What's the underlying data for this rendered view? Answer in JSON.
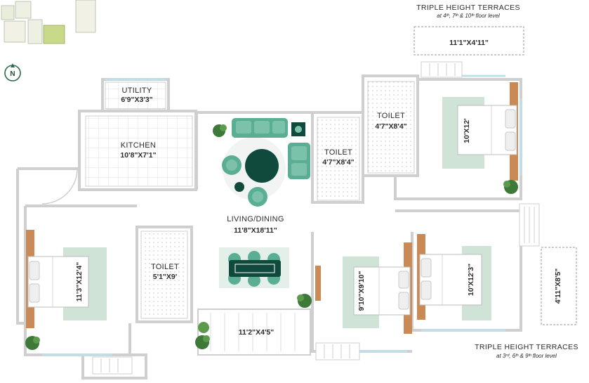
{
  "terraces": {
    "top_title": "TRIPLE HEIGHT TERRACES",
    "top_sub": "at 4ᵗʰ, 7ᵗʰ & 10ᵗʰ floor level",
    "top_dim": "11'1\"X4'11\"",
    "bottom_title": "TRIPLE HEIGHT TERRACES",
    "bottom_sub": "at 3ʳᵈ, 6ᵗʰ & 9ᵗʰ floor level",
    "right_dim": "4'11\"X8'5\""
  },
  "compass": {
    "letter": "N"
  },
  "rooms": {
    "utility": {
      "name": "UTILITY",
      "dim": "6'9\"X3'3\""
    },
    "kitchen": {
      "name": "KITCHEN",
      "dim": "10'8\"X7'1\""
    },
    "toilet_center": {
      "name": "TOILET",
      "dim": "4'7\"X8'4\""
    },
    "toilet_top": {
      "name": "TOILET",
      "dim": "4'7\"X8'4\""
    },
    "toilet_left": {
      "name": "TOILET",
      "dim": "5'1\"X9'"
    },
    "living": {
      "name": "LIVING/DINING",
      "dim": "11'8\"X18'11\""
    },
    "bed_top_right": {
      "dim": "10'X12'"
    },
    "bed_left": {
      "dim": "11'3\"X12'4\""
    },
    "bed_center_right": {
      "dim": "9'10\"X9'10\""
    },
    "bed_right": {
      "dim": "10'X12'3\""
    },
    "balcony": {
      "dim": "11'2\"X4'5\""
    }
  },
  "colors": {
    "wall": "#cfcfcf",
    "wood": "#c98a56",
    "rug_green": "#cfe3d6",
    "sofa_green": "#5aae93",
    "dark_green": "#0f4a3c",
    "glass": "#cfe8ef",
    "plant": "#3d7a3a"
  }
}
